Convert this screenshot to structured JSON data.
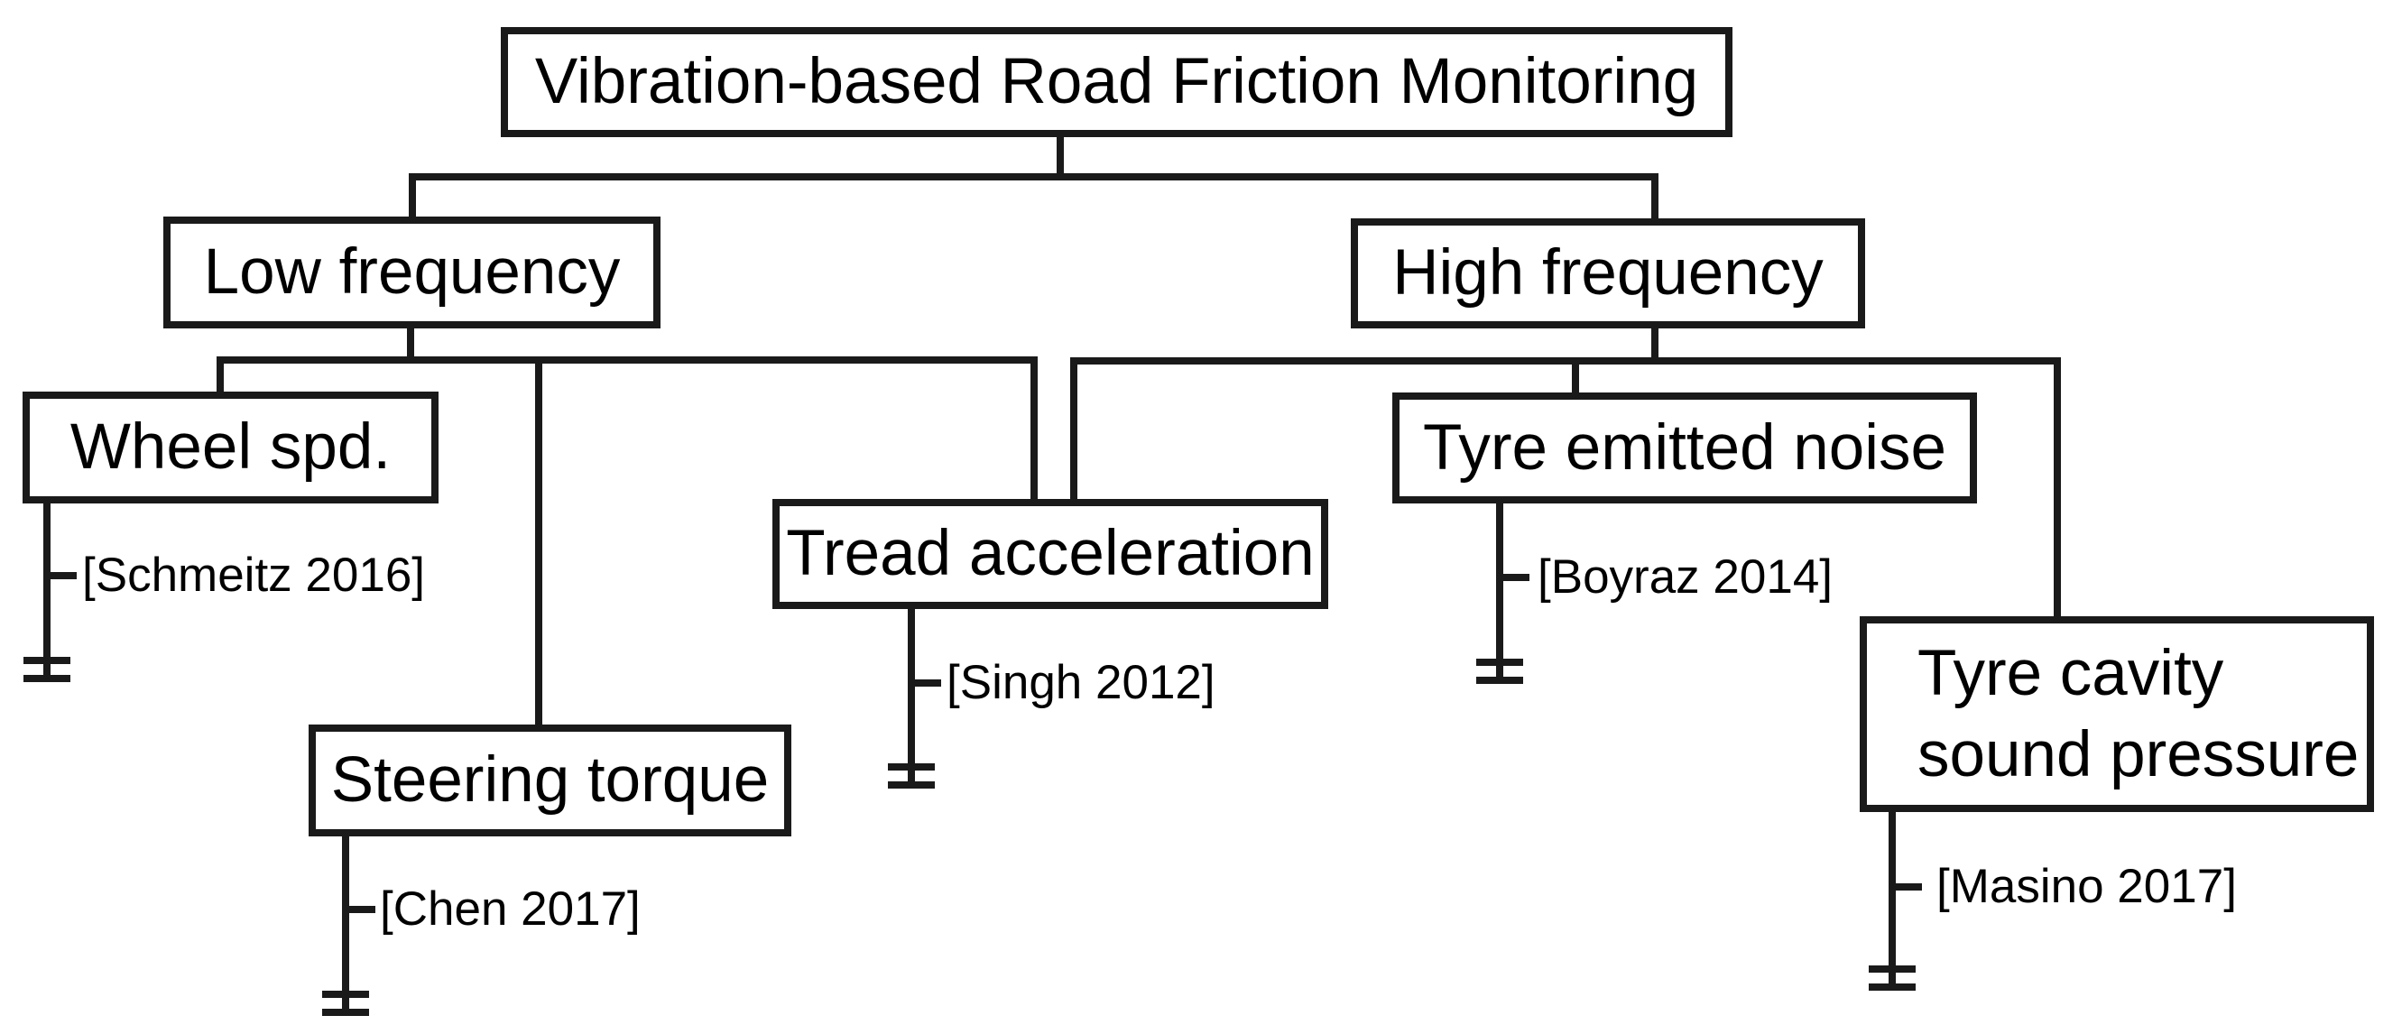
{
  "figure": {
    "type": "tree-diagram",
    "title": "Vibration-based Road Friction Monitoring",
    "colors": {
      "ink": "#1a1a1a",
      "background": "#ffffff",
      "text": "#000000"
    }
  },
  "nodes": {
    "root": {
      "label": "Vibration-based Road Friction Monitoring"
    },
    "low_frequency": {
      "label": "Low frequency"
    },
    "high_frequency": {
      "label": "High frequency"
    },
    "wheel_speed": {
      "label": "Wheel spd.",
      "citation": "[Schmeitz 2016]",
      "parent": "low_frequency"
    },
    "steering_torque": {
      "label": "Steering torque",
      "citation": "[Chen 2017]",
      "parent": "low_frequency"
    },
    "tread_acceleration": {
      "label": "Tread acceleration",
      "citation": "[Singh 2012]",
      "parent": "low_frequency + high_frequency"
    },
    "tyre_emitted_noise": {
      "label": "Tyre emitted noise",
      "citation": "[Boyraz 2014]",
      "parent": "high_frequency"
    },
    "tyre_cavity_sound_pressure": {
      "label": "Tyre cavity sound pressure",
      "label_line1": "Tyre cavity",
      "label_line2": "sound pressure",
      "citation": "[Masino 2017]",
      "parent": "high_frequency"
    }
  }
}
